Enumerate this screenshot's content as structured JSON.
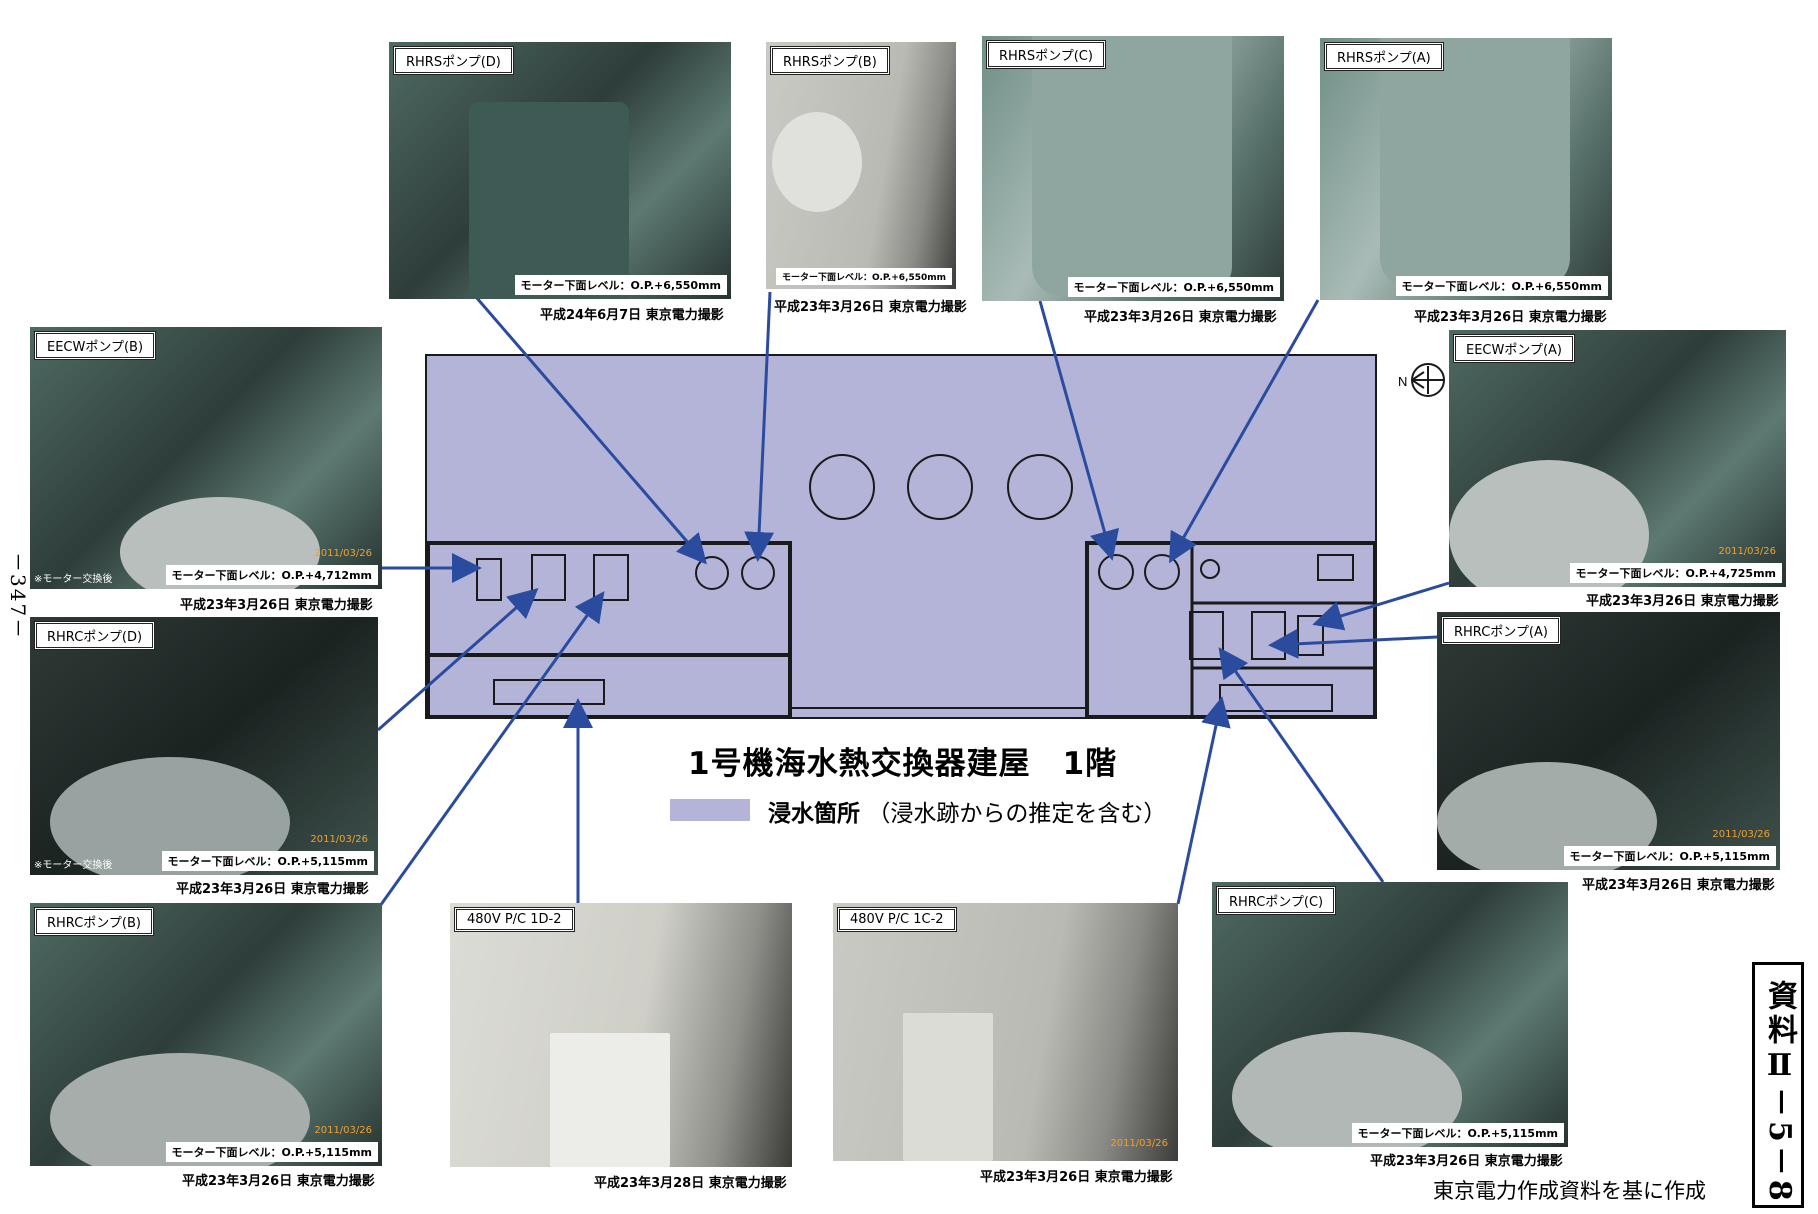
{
  "page_number": "－347－",
  "document_label": "資料Ⅱ－5－8",
  "source": "東京電力作成資料を基に作成",
  "plan": {
    "title": "1号機海水熱交換器建屋　1階",
    "legend_label": "浸水箇所",
    "legend_note": "（浸水跡からの推定を含む）",
    "north_label": "N",
    "colors": {
      "flooded": "#b4b4d8",
      "outline": "#1a1a1a",
      "arrow": "#2b4c9e"
    }
  },
  "photos": {
    "rhrs_d": {
      "label": "RHRSポンプ(D)",
      "level": "モーター下面レベル：O.P.+6,550mm",
      "caption": "平成24年6月7日 東京電力撮影"
    },
    "rhrs_b": {
      "label": "RHRSポンプ(B)",
      "level": "モーター下面レベル：O.P.+6,550mm",
      "caption": "平成23年3月26日 東京電力撮影"
    },
    "rhrs_c": {
      "label": "RHRSポンプ(C)",
      "level": "モーター下面レベル：O.P.+6,550mm",
      "caption": "平成23年3月26日 東京電力撮影"
    },
    "rhrs_a": {
      "label": "RHRSポンプ(A)",
      "level": "モーター下面レベル：O.P.+6,550mm",
      "caption": "平成23年3月26日 東京電力撮影"
    },
    "eecw_b": {
      "label": "EECWポンプ(B)",
      "level": "モーター下面レベル：O.P.+4,712mm",
      "note": "※モーター交換後",
      "caption": "平成23年3月26日 東京電力撮影",
      "date": "2011/03/26"
    },
    "eecw_a": {
      "label": "EECWポンプ(A)",
      "level": "モーター下面レベル：O.P.+4,725mm",
      "caption": "平成23年3月26日 東京電力撮影",
      "date": "2011/03/26"
    },
    "rhrc_d": {
      "label": "RHRCポンプ(D)",
      "level": "モーター下面レベル：O.P.+5,115mm",
      "note": "※モーター交換後",
      "caption": "平成23年3月26日 東京電力撮影",
      "date": "2011/03/26"
    },
    "rhrc_a": {
      "label": "RHRCポンプ(A)",
      "level": "モーター下面レベル：O.P.+5,115mm",
      "caption": "平成23年3月26日 東京電力撮影",
      "date": "2011/03/26"
    },
    "rhrc_b": {
      "label": "RHRCポンプ(B)",
      "level": "モーター下面レベル：O.P.+5,115mm",
      "caption": "平成23年3月26日 東京電力撮影",
      "date": "2011/03/26"
    },
    "rhrc_c": {
      "label": "RHRCポンプ(C)",
      "level": "モーター下面レベル：O.P.+5,115mm",
      "caption": "平成23年3月26日 東京電力撮影"
    },
    "pc_1d2": {
      "label": "480V P/C 1D-2",
      "caption": "平成23年3月28日 東京電力撮影"
    },
    "pc_1c2": {
      "label": "480V P/C 1C-2",
      "caption": "平成23年3月26日 東京電力撮影",
      "date": "2011/03/26"
    }
  }
}
